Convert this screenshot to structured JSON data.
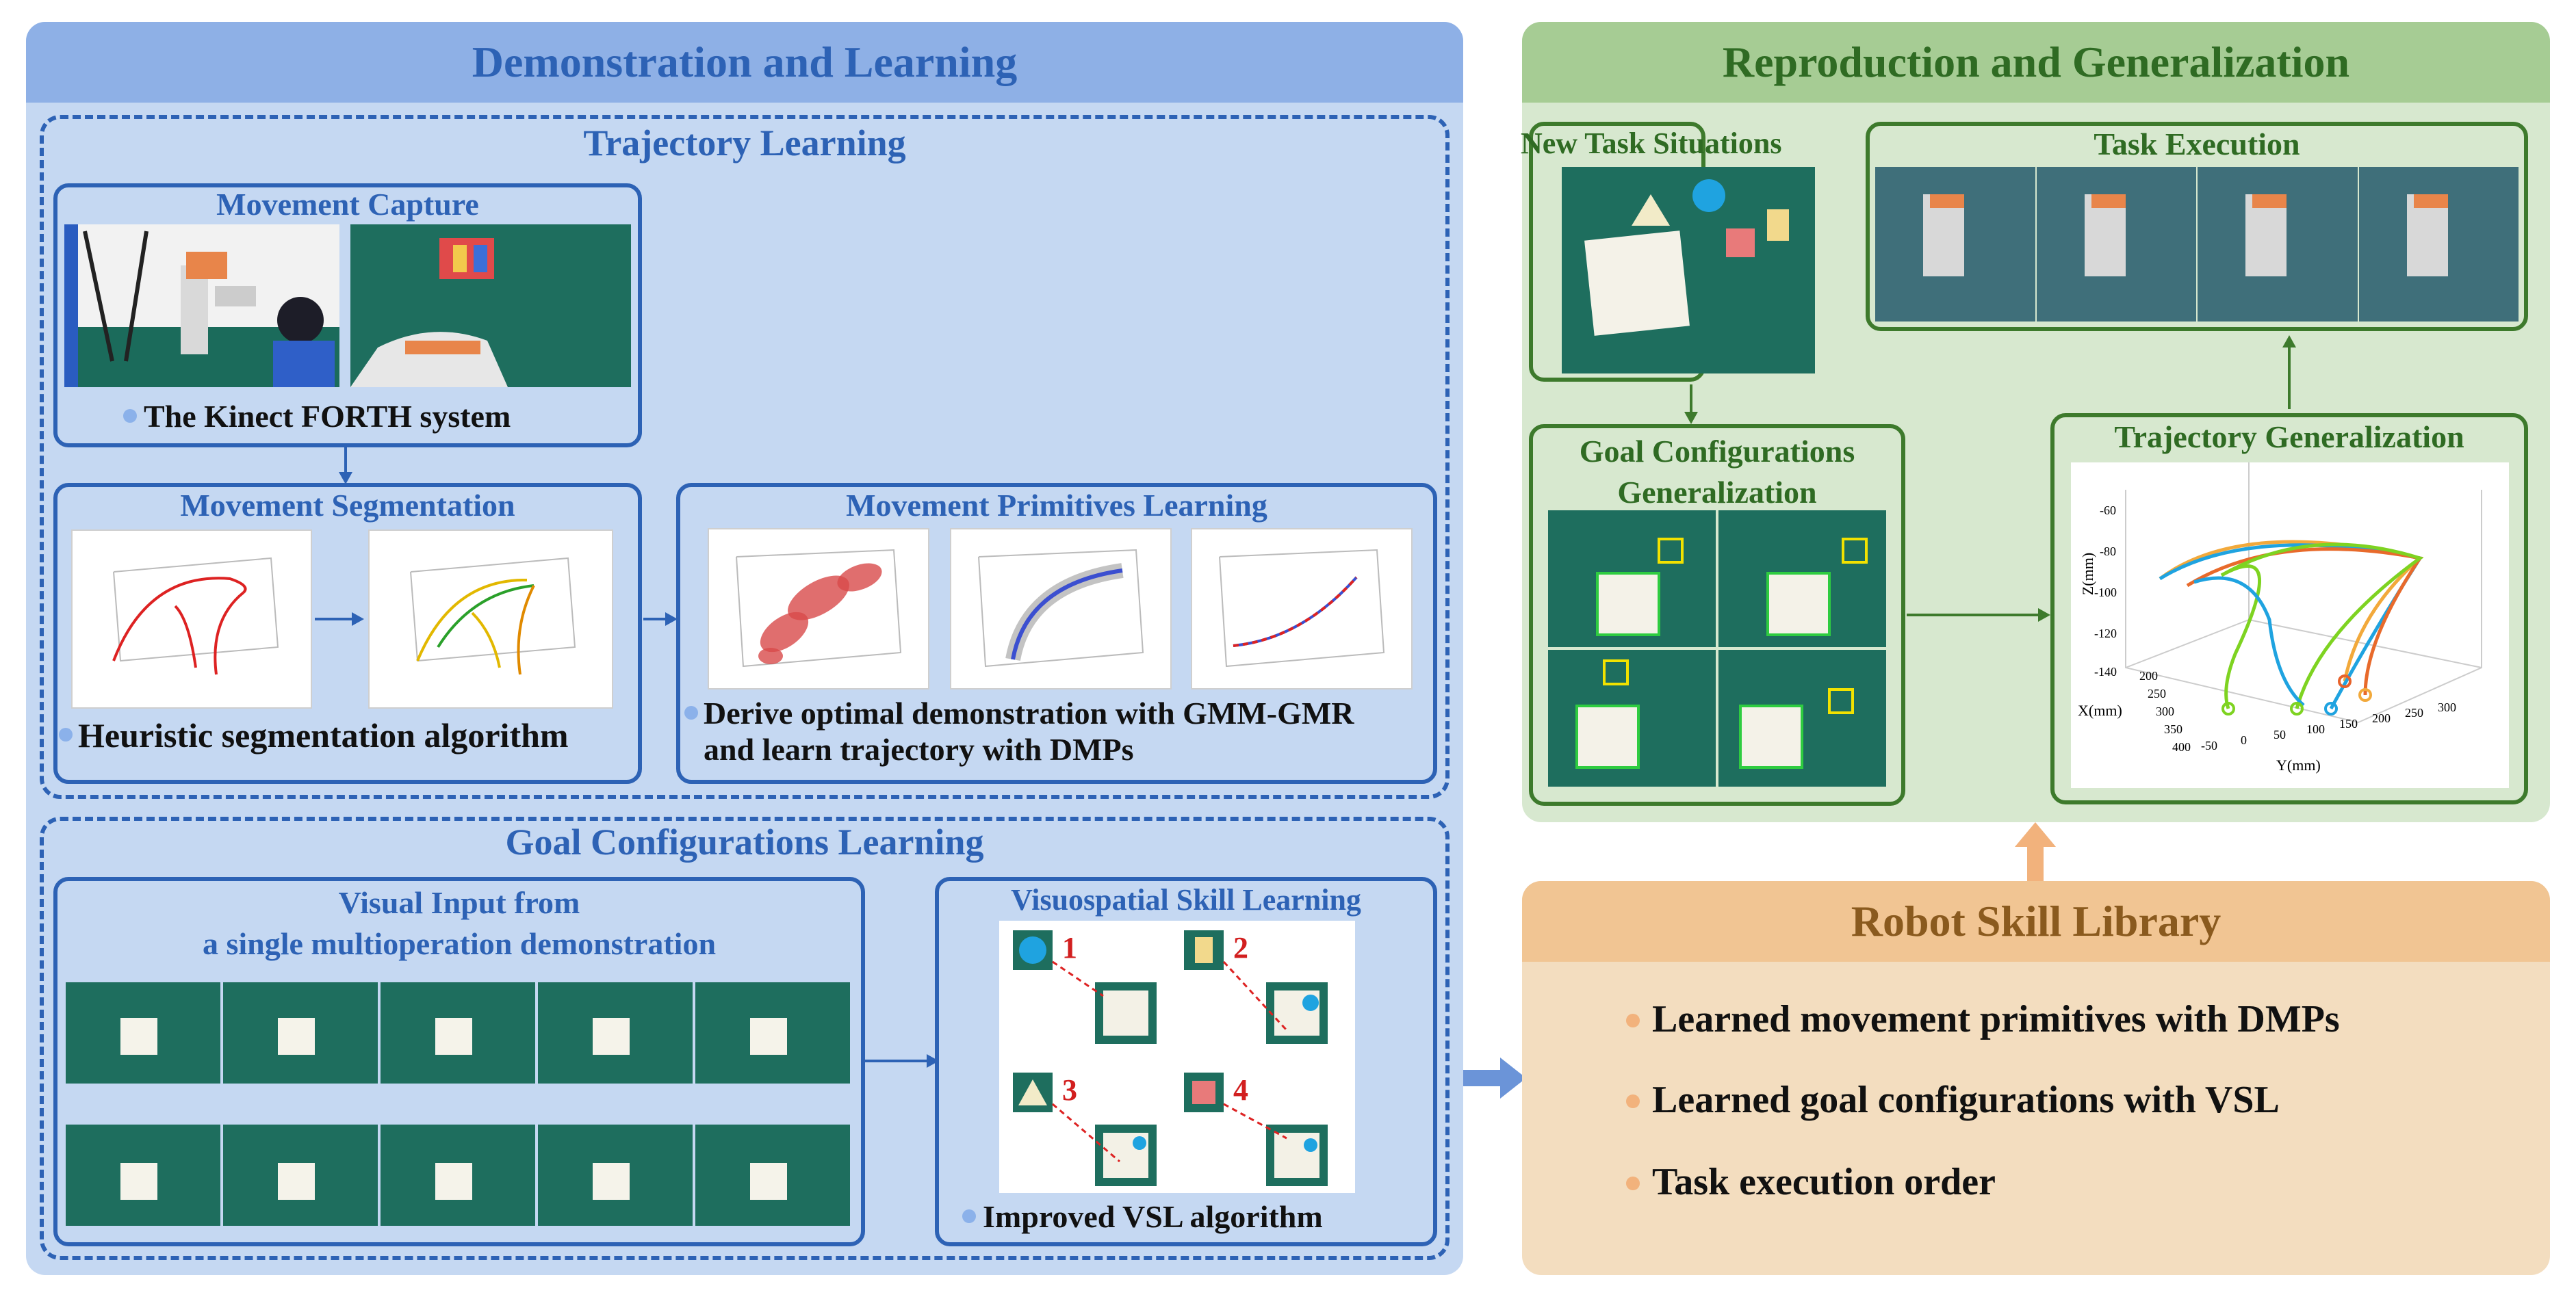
{
  "left": {
    "header": "Demonstration and Learning",
    "trajectory_learning": "Trajectory Learning",
    "movement_capture": {
      "title": "Movement Capture",
      "caption": "The Kinect FORTH system"
    },
    "movement_segmentation": {
      "title": "Movement Segmentation",
      "caption": "Heuristic segmentation algorithm"
    },
    "primitives_learning": {
      "title": "Movement Primitives Learning",
      "caption_line1": "Derive optimal demonstration with GMM-GMR",
      "caption_line2": "and learn trajectory with DMPs"
    },
    "goal_learning": "Goal Configurations Learning",
    "visual_input": {
      "title_line1": "Visual Input from",
      "title_line2": "a single multioperation demonstration"
    },
    "vsl": {
      "title": "Visuospatial Skill Learning",
      "caption": "Improved VSL algorithm",
      "steps": [
        "1",
        "2",
        "3",
        "4"
      ]
    }
  },
  "right": {
    "header": "Reproduction and Generalization",
    "new_task": "New Task Situations",
    "task_execution": "Task Execution",
    "goal_gen_line1": "Goal Configurations",
    "goal_gen_line2": "Generalization",
    "traj_gen": "Trajectory Generalization",
    "plot": {
      "zlabel": "Z(mm)",
      "xlabel": "X(mm)",
      "ylabel": "Y(mm)",
      "zticks": [
        "-60",
        "-80",
        "-100",
        "-120",
        "-140"
      ],
      "xticks": [
        "200",
        "250",
        "300",
        "350",
        "400"
      ],
      "yticks": [
        "-50",
        "0",
        "50",
        "100",
        "150",
        "200",
        "250",
        "300"
      ]
    }
  },
  "library": {
    "header": "Robot Skill Library",
    "items": [
      "Learned movement primitives with DMPs",
      "Learned goal configurations with VSL",
      "Task execution order"
    ]
  },
  "colors": {
    "left_bg": "#c5d8f2",
    "left_header": "#8eb0e6",
    "blue_text": "#2d62b5",
    "right_bg": "#d7e8cf",
    "right_header": "#a6cc94",
    "green_text": "#2f6b23",
    "library_bg": "#f3ddbf",
    "library_header": "#f1c593",
    "library_title": "#8a5a1e",
    "dot_blue": "#8bb1ea",
    "dot_orange": "#f2b27c",
    "photo_green": "#1e6e5e"
  }
}
